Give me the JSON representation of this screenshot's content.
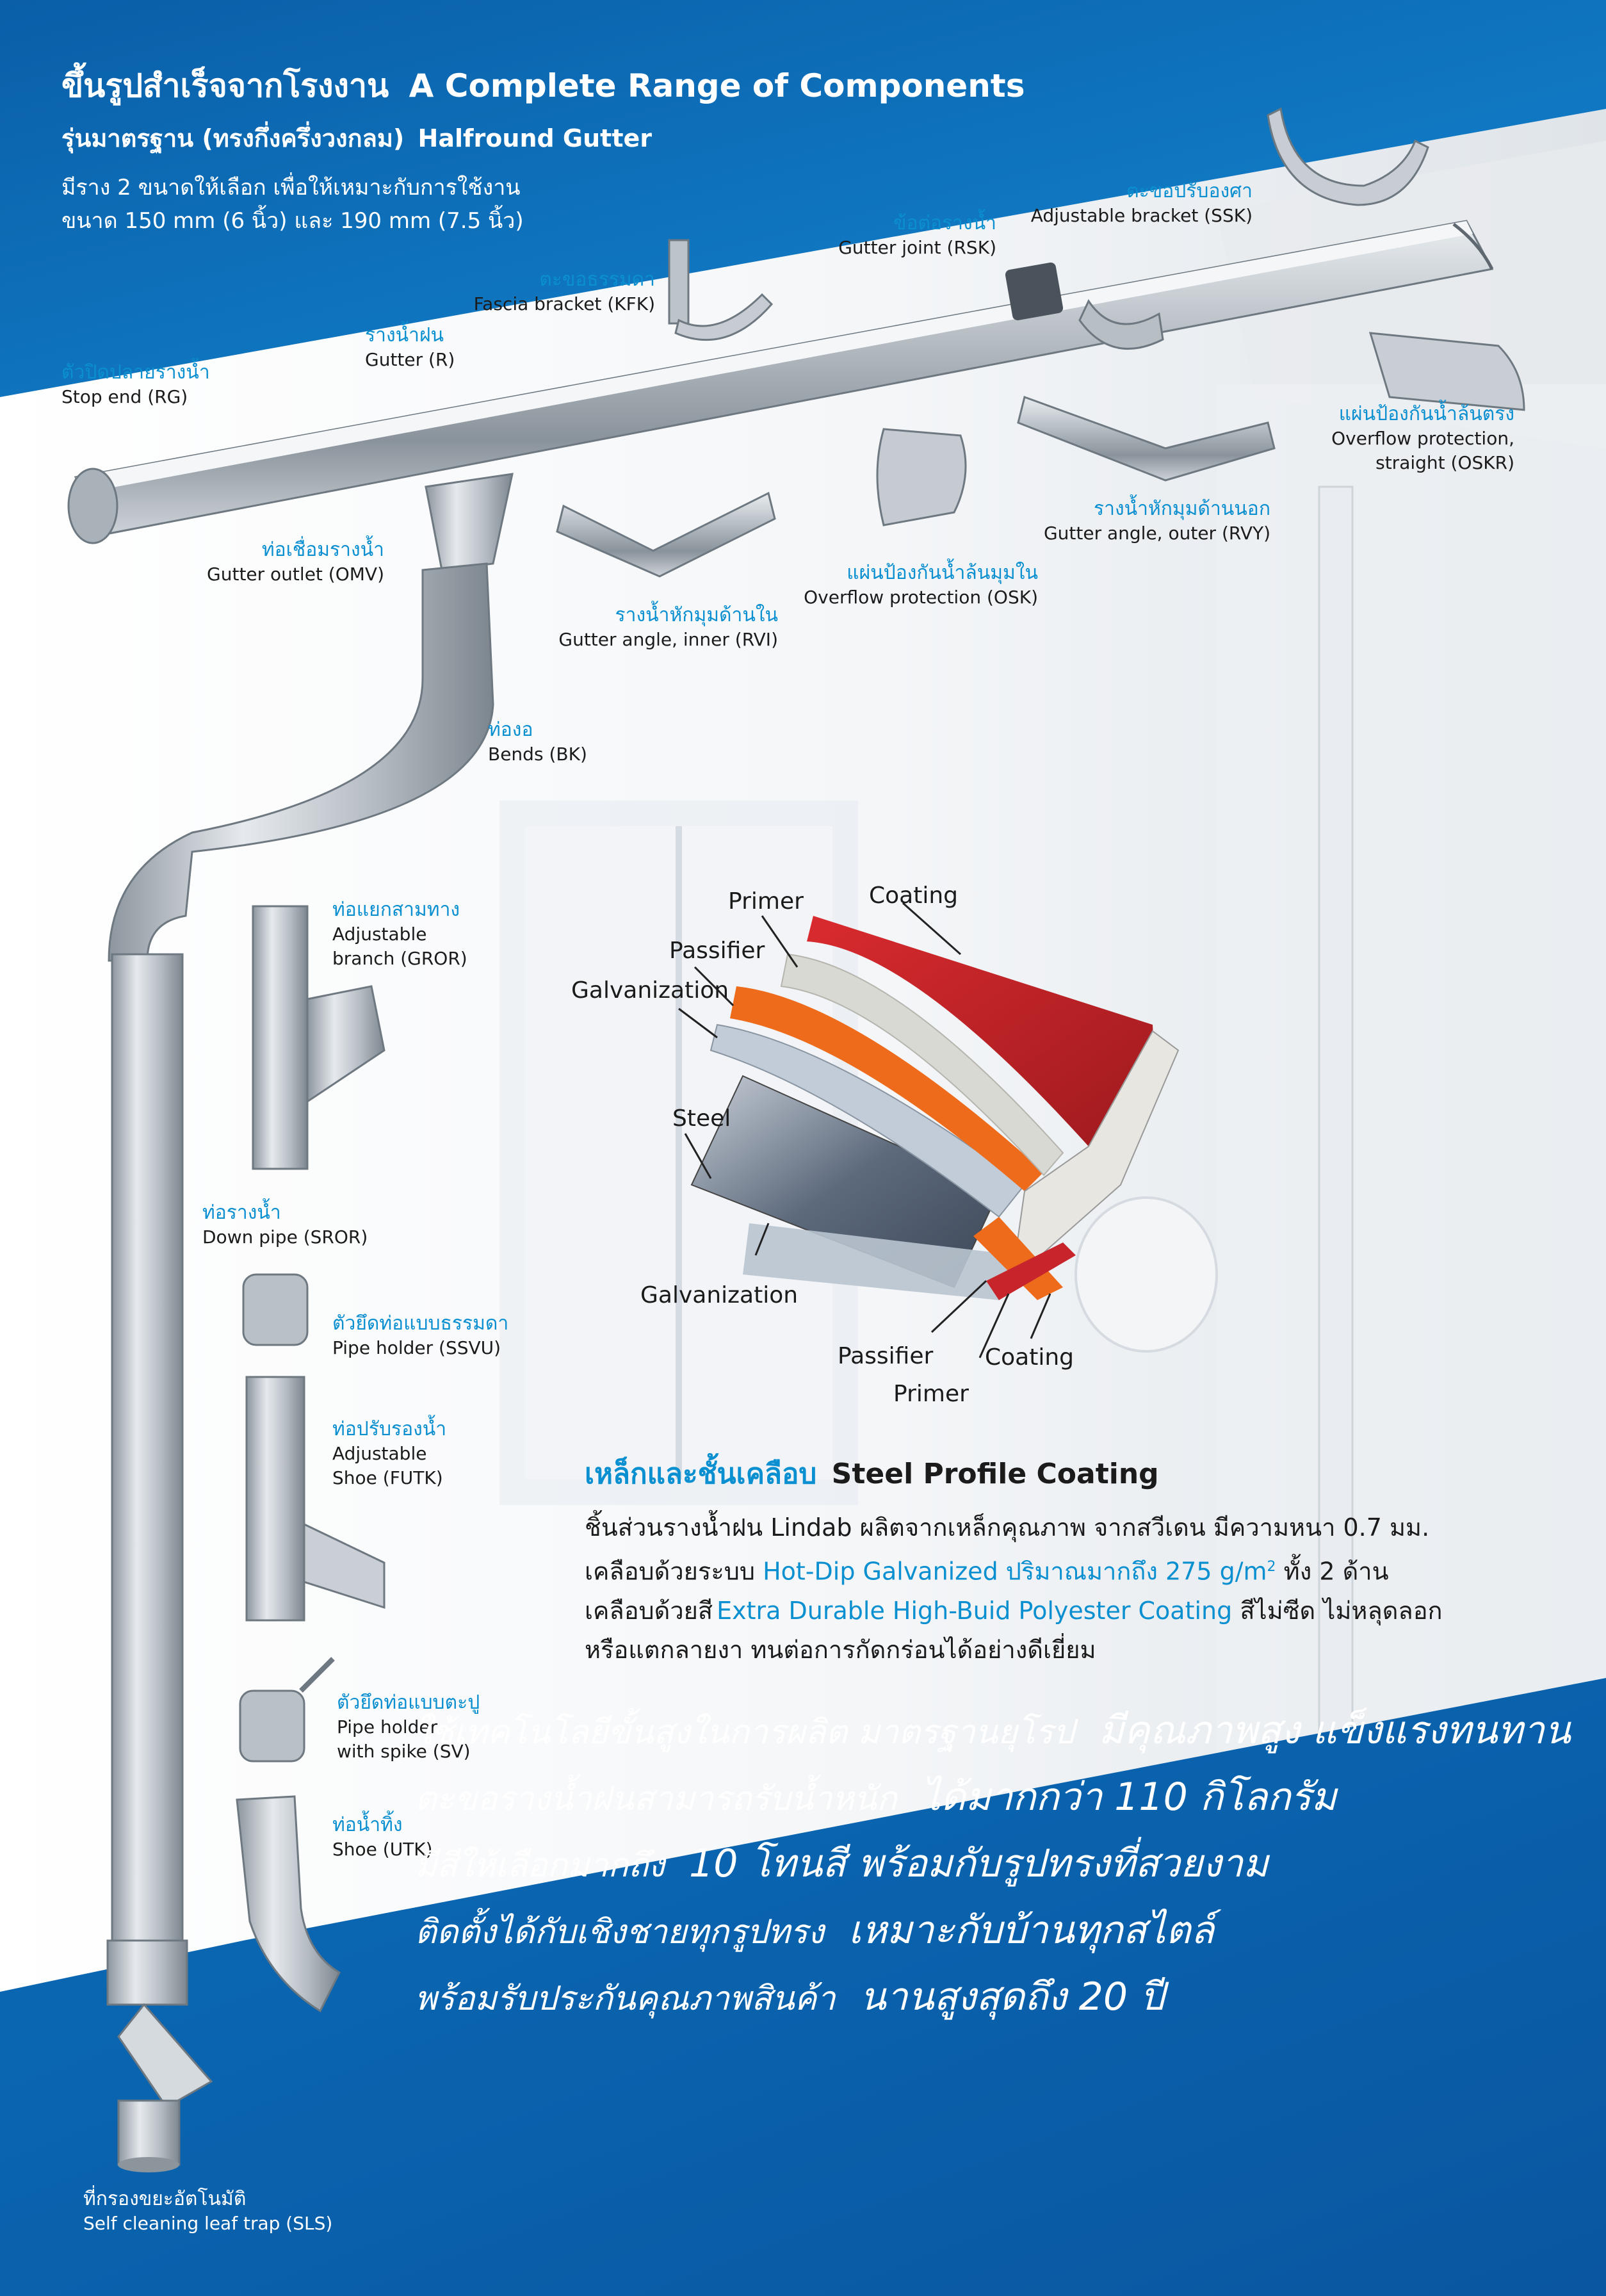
{
  "header": {
    "title_th": "ขึ้นรูปสำเร็จจากโรงงาน",
    "title_en": "A Complete Range of Components",
    "subtitle_th": "รุ่นมาตรฐาน (ทรงกึ่งครึ่งวงกลม)",
    "subtitle_en": "Halfround Gutter",
    "desc_line1": "มีราง 2 ขนาดให้เลือก เพื่อให้เหมาะกับการใช้งาน",
    "desc_line2": "ขนาด 150 mm (6 นิ้ว) และ 190 mm (7.5 นิ้ว)"
  },
  "components": {
    "ssk": {
      "th": "ตะขอปรับองศา",
      "en": "Adjustable bracket (SSK)"
    },
    "rsk": {
      "th": "ข้อต่อรางน้ำ",
      "en": "Gutter joint (RSK)"
    },
    "kfk": {
      "th": "ตะขอธรรมดา",
      "en": "Fascia bracket (KFK)"
    },
    "r": {
      "th": "รางน้ำฝน",
      "en": "Gutter (R)"
    },
    "rg": {
      "th": "ตัวปิดปลายรางน้ำ",
      "en": "Stop end (RG)"
    },
    "oskr": {
      "th": "แผ่นป้องกันน้ำล้นตรง",
      "en1": "Overflow protection,",
      "en2": "straight (OSKR)"
    },
    "rvy": {
      "th": "รางน้ำหักมุมด้านนอก",
      "en": "Gutter angle, outer (RVY)"
    },
    "osk": {
      "th": "แผ่นป้องกันน้ำล้นมุมใน",
      "en": "Overflow protection (OSK)"
    },
    "omv": {
      "th": "ท่อเชื่อมรางน้ำ",
      "en": "Gutter outlet (OMV)"
    },
    "rvi": {
      "th": "รางน้ำหักมุมด้านใน",
      "en": "Gutter angle, inner (RVI)"
    },
    "bk": {
      "th": "ท่องอ",
      "en": "Bends (BK)"
    },
    "gror": {
      "th": "ท่อแยกสามทาง",
      "en1": "Adjustable",
      "en2": "branch (GROR)"
    },
    "sror": {
      "th": "ท่อรางน้ำ",
      "en": "Down pipe (SROR)"
    },
    "ssvu": {
      "th": "ตัวยึดท่อแบบธรรมดา",
      "en": "Pipe holder (SSVU)"
    },
    "futk": {
      "th": "ท่อปรับรองน้ำ",
      "en1": "Adjustable",
      "en2": "Shoe (FUTK)"
    },
    "sv": {
      "th": "ตัวยึดท่อแบบตะปู",
      "en1": "Pipe holder",
      "en2": "with spike (SV)"
    },
    "utk": {
      "th": "ท่อน้ำทิ้ง",
      "en": "Shoe (UTK)"
    },
    "sls": {
      "th": "ที่กรองขยะอัตโนมัติ",
      "en": "Self cleaning leaf trap (SLS)"
    }
  },
  "layers": {
    "primer_top": "Primer",
    "coating_top": "Coating",
    "passifier_top": "Passifier",
    "galv_top": "Galvanization",
    "steel": "Steel",
    "galv_bottom": "Galvanization",
    "passifier_bottom": "Passifier",
    "coating_bottom": "Coating",
    "primer_bottom": "Primer"
  },
  "coating": {
    "title_th": "เหล็กและชั้นเคลือบ",
    "title_en": "Steel Profile Coating",
    "l1": "ชิ้นส่วนรางน้ำฝน Lindab ผลิตจากเหล็กคุณภาพ จากสวีเดน มีความหนา 0.7 มม.",
    "l2a": "เคลือบด้วยระบบ",
    "l2b": "Hot-Dip Galvanized",
    "l2c": "ปริมาณมากถึง 275 g/m",
    "l2sup": "2",
    "l2d": "ทั้ง 2 ด้าน",
    "l3a": "เคลือบด้วยสี",
    "l3b": "Extra Durable High-Buid Polyester Coating",
    "l3c": "สีไม่ซีด ไม่หลุดลอก",
    "l4": "หรือแตกลายงา ทนต่อการกัดกร่อนได้อย่างดีเยี่ยม"
  },
  "slogans": [
    {
      "a": "ใช้เทคโนโลยีขั้นสูงในการผลิต มาตรฐานยุโรป",
      "b": "มีคุณภาพสูง แข็งแรงทนทาน"
    },
    {
      "a": "ตะขอรางน้ำฝนสามารถรับน้ำหนัก",
      "b": "ได้มากกว่า 110 กิโลกรัม"
    },
    {
      "a": "มีสีให้เลือกมากถึง",
      "b": "10 โทนสี พร้อมกับรูปทรงที่สวยงาม"
    },
    {
      "a": "ติดตั้งได้กับเชิงชายทุกรูปทรง",
      "b": "เหมาะกับบ้านทุกสไตล์"
    },
    {
      "a": "พร้อมรับประกันคุณภาพสินค้า",
      "b": "นานสูงสุดถึง 20 ปี"
    }
  ],
  "colors": {
    "blue_band": "#0b6cb8",
    "label_blue": "#0a8fd0",
    "coating_red": "#c8242b",
    "passifier_orange": "#ee6b1c",
    "primer_grey": "#d9d9d3"
  }
}
